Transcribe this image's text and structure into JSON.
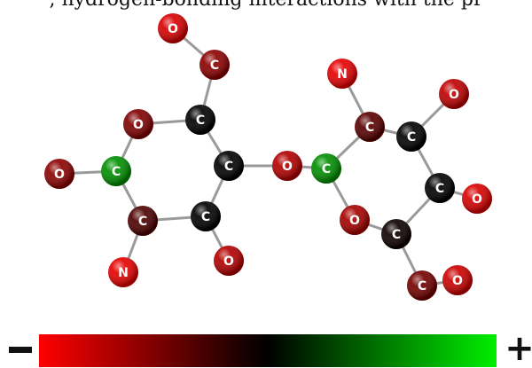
{
  "caption": ", hydrogen-bonding interactions with the pr",
  "colorbar": {
    "minus": "−",
    "plus": "+"
  },
  "colors": {
    "negative": "#ff0000",
    "neutral": "#000000",
    "positive": "#00ee00"
  },
  "atoms": [
    {
      "id": "o_top",
      "label": "O",
      "charge": -0.85
    },
    {
      "id": "c_ch2",
      "label": "C",
      "charge": -0.55
    },
    {
      "id": "c_ring1_top",
      "label": "C",
      "charge": 0.0
    },
    {
      "id": "o_ring1",
      "label": "O",
      "charge": -0.5
    },
    {
      "id": "o_left",
      "label": "O",
      "charge": -0.55
    },
    {
      "id": "c_anomeric1",
      "label": "C",
      "charge": 0.6
    },
    {
      "id": "c_ring1_mid",
      "label": "C",
      "charge": 0.0
    },
    {
      "id": "c_ring1_low",
      "label": "C",
      "charge": -0.3
    },
    {
      "id": "c_ring1_bot",
      "label": "C",
      "charge": 0.0
    },
    {
      "id": "n_left",
      "label": "N",
      "charge": -0.9
    },
    {
      "id": "o_bottom1",
      "label": "O",
      "charge": -0.7
    },
    {
      "id": "o_link",
      "label": "O",
      "charge": -0.7
    },
    {
      "id": "c_anomeric2",
      "label": "C",
      "charge": 0.6
    },
    {
      "id": "n_right",
      "label": "N",
      "charge": -0.9
    },
    {
      "id": "c_ring2_a",
      "label": "C",
      "charge": -0.35
    },
    {
      "id": "o_ring2",
      "label": "O",
      "charge": -0.65
    },
    {
      "id": "c_ring2_b",
      "label": "C",
      "charge": 0.0
    },
    {
      "id": "o_top_right",
      "label": "O",
      "charge": -0.75
    },
    {
      "id": "c_ring2_c",
      "label": "C",
      "charge": 0.0
    },
    {
      "id": "o_right",
      "label": "O",
      "charge": -0.85
    },
    {
      "id": "c_ring2_d",
      "label": "C",
      "charge": -0.05
    },
    {
      "id": "c_ch2_2",
      "label": "C",
      "charge": -0.45
    },
    {
      "id": "o_bottom2",
      "label": "O",
      "charge": -0.8
    }
  ],
  "bonds": [
    [
      "o_top",
      "c_ch2"
    ],
    [
      "c_ch2",
      "c_ring1_top"
    ],
    [
      "c_ring1_top",
      "o_ring1"
    ],
    [
      "c_ring1_top",
      "c_ring1_mid"
    ],
    [
      "o_ring1",
      "c_anomeric1"
    ],
    [
      "o_left",
      "c_anomeric1"
    ],
    [
      "c_anomeric1",
      "c_ring1_low"
    ],
    [
      "c_ring1_low",
      "n_left"
    ],
    [
      "c_ring1_low",
      "c_ring1_bot"
    ],
    [
      "c_ring1_bot",
      "c_ring1_mid"
    ],
    [
      "c_ring1_bot",
      "o_bottom1"
    ],
    [
      "c_ring1_mid",
      "o_link"
    ],
    [
      "o_link",
      "c_anomeric2"
    ],
    [
      "c_anomeric2",
      "c_ring2_a"
    ],
    [
      "c_anomeric2",
      "o_ring2"
    ],
    [
      "n_right",
      "c_ring2_a"
    ],
    [
      "c_ring2_a",
      "c_ring2_b"
    ],
    [
      "c_ring2_b",
      "o_top_right"
    ],
    [
      "c_ring2_b",
      "c_ring2_c"
    ],
    [
      "c_ring2_c",
      "o_right"
    ],
    [
      "c_ring2_c",
      "c_ring2_d"
    ],
    [
      "o_ring2",
      "c_ring2_d"
    ],
    [
      "c_ring2_d",
      "c_ch2_2"
    ],
    [
      "c_ch2_2",
      "o_bottom2"
    ]
  ]
}
